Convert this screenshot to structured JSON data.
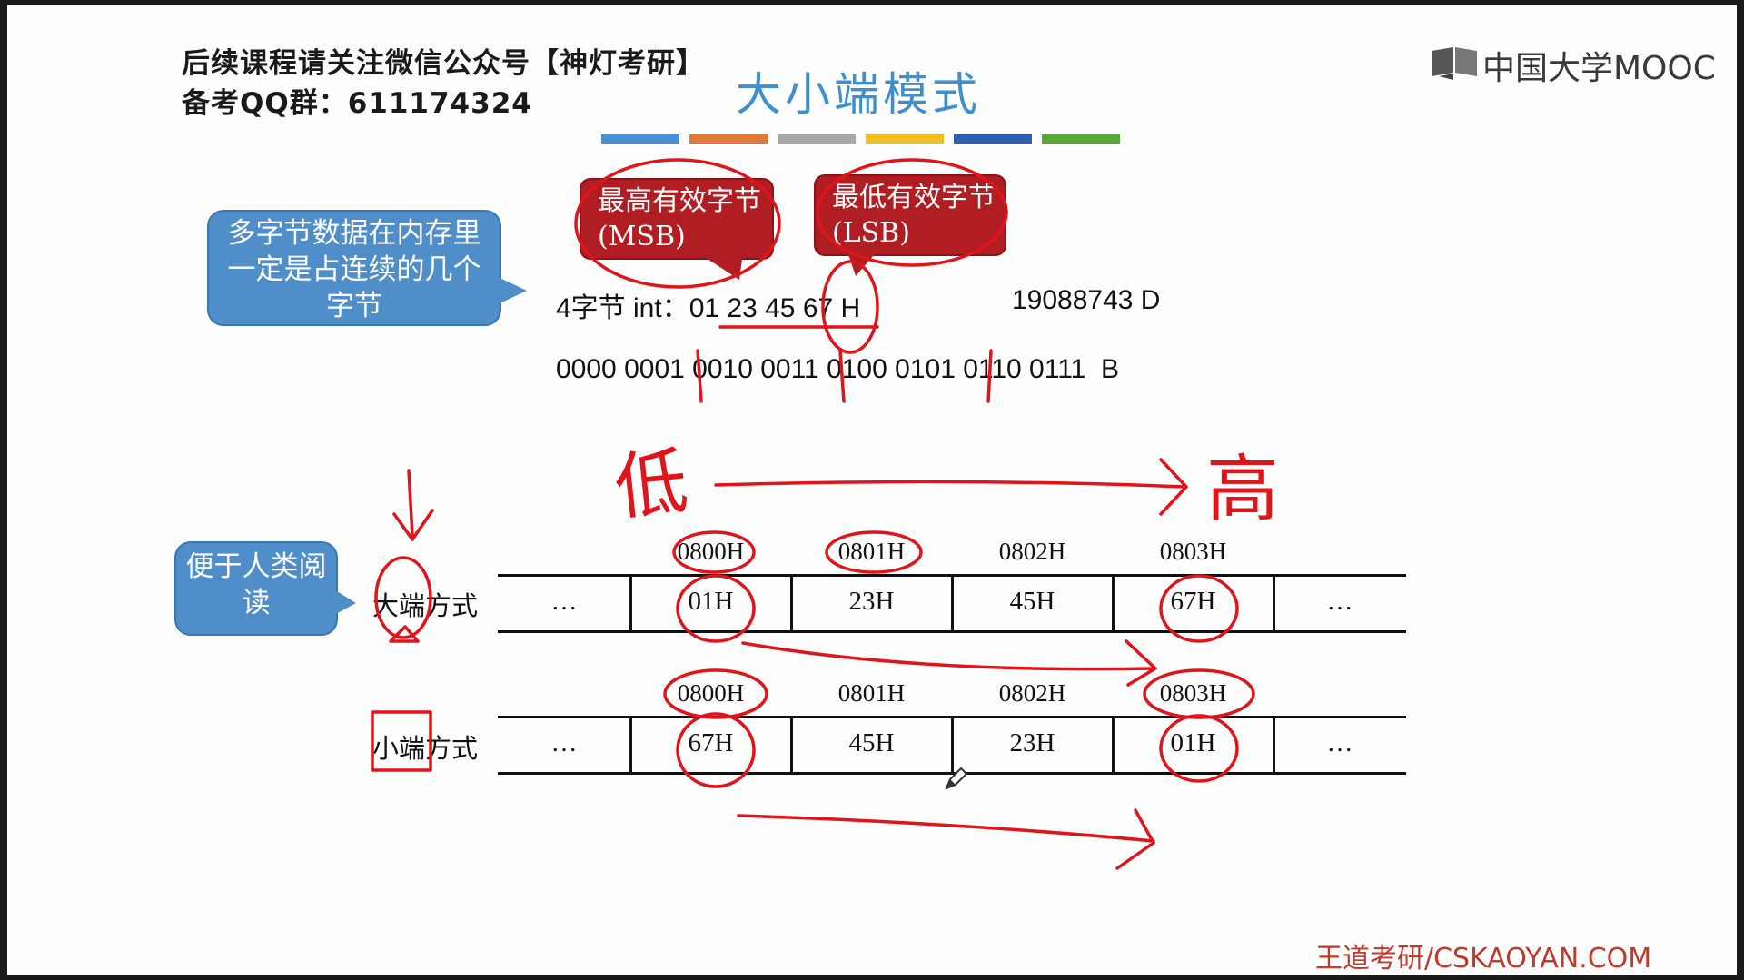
{
  "watermark": {
    "line1": "后续课程请关注微信公众号【神灯考研】",
    "line2": "备考QQ群：611174324"
  },
  "title": "大小端模式",
  "brand": {
    "logo_text": "中国大学MOOC"
  },
  "color_bars": [
    "#4a8fd4",
    "#e07a3a",
    "#a8a8a8",
    "#f0c020",
    "#2f5fb0",
    "#5aa83a"
  ],
  "callouts": {
    "memory": "多字节数据在内存里一定是占连续的几个字节",
    "msb": "最高有效字节(MSB)",
    "lsb": "最低有效字节(LSB)",
    "human": "便于人类阅读"
  },
  "hex_line": {
    "prefix": "4字节 int：",
    "value": "01 23 45 67 H",
    "decimal": "19088743 D"
  },
  "binary_line": "0000 0001 0010 0011 0100 0101 0110 0111  B",
  "handwriting": {
    "low": "低",
    "high": "高"
  },
  "big_endian": {
    "label": "大端方式",
    "addresses": [
      "0800H",
      "0801H",
      "0802H",
      "0803H"
    ],
    "cells": [
      "…",
      "01H",
      "23H",
      "45H",
      "67H",
      "…"
    ]
  },
  "little_endian": {
    "label": "小端方式",
    "addresses": [
      "0800H",
      "0801H",
      "0802H",
      "0803H"
    ],
    "cells": [
      "…",
      "67H",
      "45H",
      "23H",
      "01H",
      "…"
    ]
  },
  "footer": "王道考研/CSKAOYAN.COM"
}
